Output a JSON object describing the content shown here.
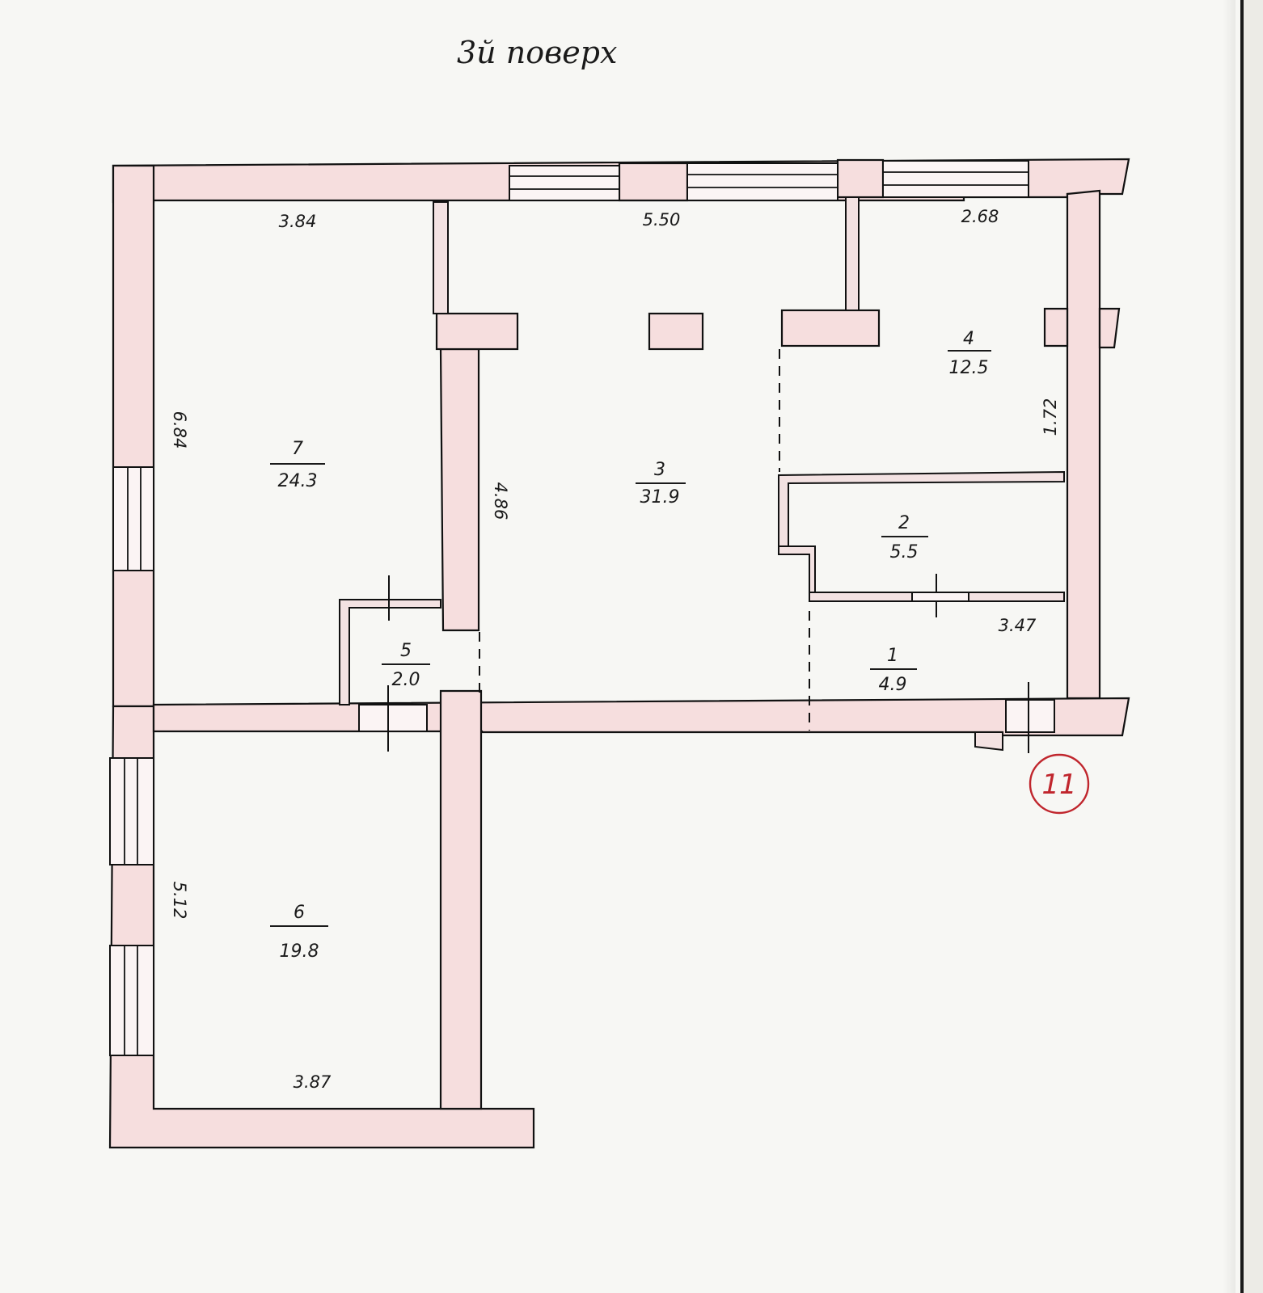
{
  "title": "3й поверх",
  "sheet_number": "11",
  "rooms": [
    {
      "id": "1",
      "number": "1",
      "area": "4.9"
    },
    {
      "id": "2",
      "number": "2",
      "area": "5.5"
    },
    {
      "id": "3",
      "number": "3",
      "area": "31.9"
    },
    {
      "id": "4",
      "number": "4",
      "area": "12.5"
    },
    {
      "id": "5",
      "number": "5",
      "area": "2.0"
    },
    {
      "id": "6",
      "number": "6",
      "area": "19.8"
    },
    {
      "id": "7",
      "number": "7",
      "area": "24.3"
    }
  ],
  "dimensions": {
    "room7_width": "3.84",
    "room7_height": "6.84",
    "room3_width": "5.50",
    "room3_height": "4.86",
    "room4_width": "2.68",
    "room4_height": "1.72",
    "corridor_width": "3.47",
    "room6_width": "3.87",
    "room6_height": "5.12"
  }
}
